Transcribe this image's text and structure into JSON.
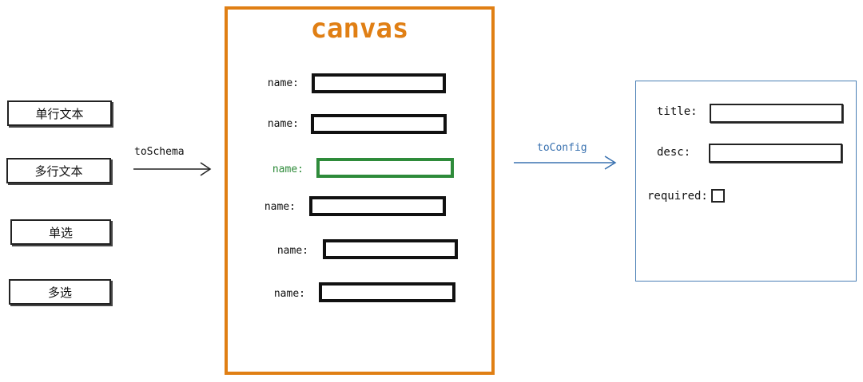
{
  "palette": {
    "items": [
      {
        "label": "单行文本"
      },
      {
        "label": "多行文本"
      },
      {
        "label": "单选"
      },
      {
        "label": "多选"
      }
    ]
  },
  "arrows": {
    "to_schema": "toSchema",
    "to_config": "toConfig"
  },
  "canvas": {
    "title": "canvas",
    "fields": [
      {
        "label": "name:",
        "selected": false
      },
      {
        "label": "name:",
        "selected": false
      },
      {
        "label": "name:",
        "selected": true
      },
      {
        "label": "name:",
        "selected": false
      },
      {
        "label": "name:",
        "selected": false
      },
      {
        "label": "name:",
        "selected": false
      }
    ]
  },
  "config": {
    "title_label": "title:",
    "desc_label": "desc:",
    "required_label": "required:"
  },
  "colors": {
    "canvas_border": "#e07f14",
    "selected": "#2e8b3a",
    "config_border": "#4a7fb5",
    "ink": "#111111"
  }
}
